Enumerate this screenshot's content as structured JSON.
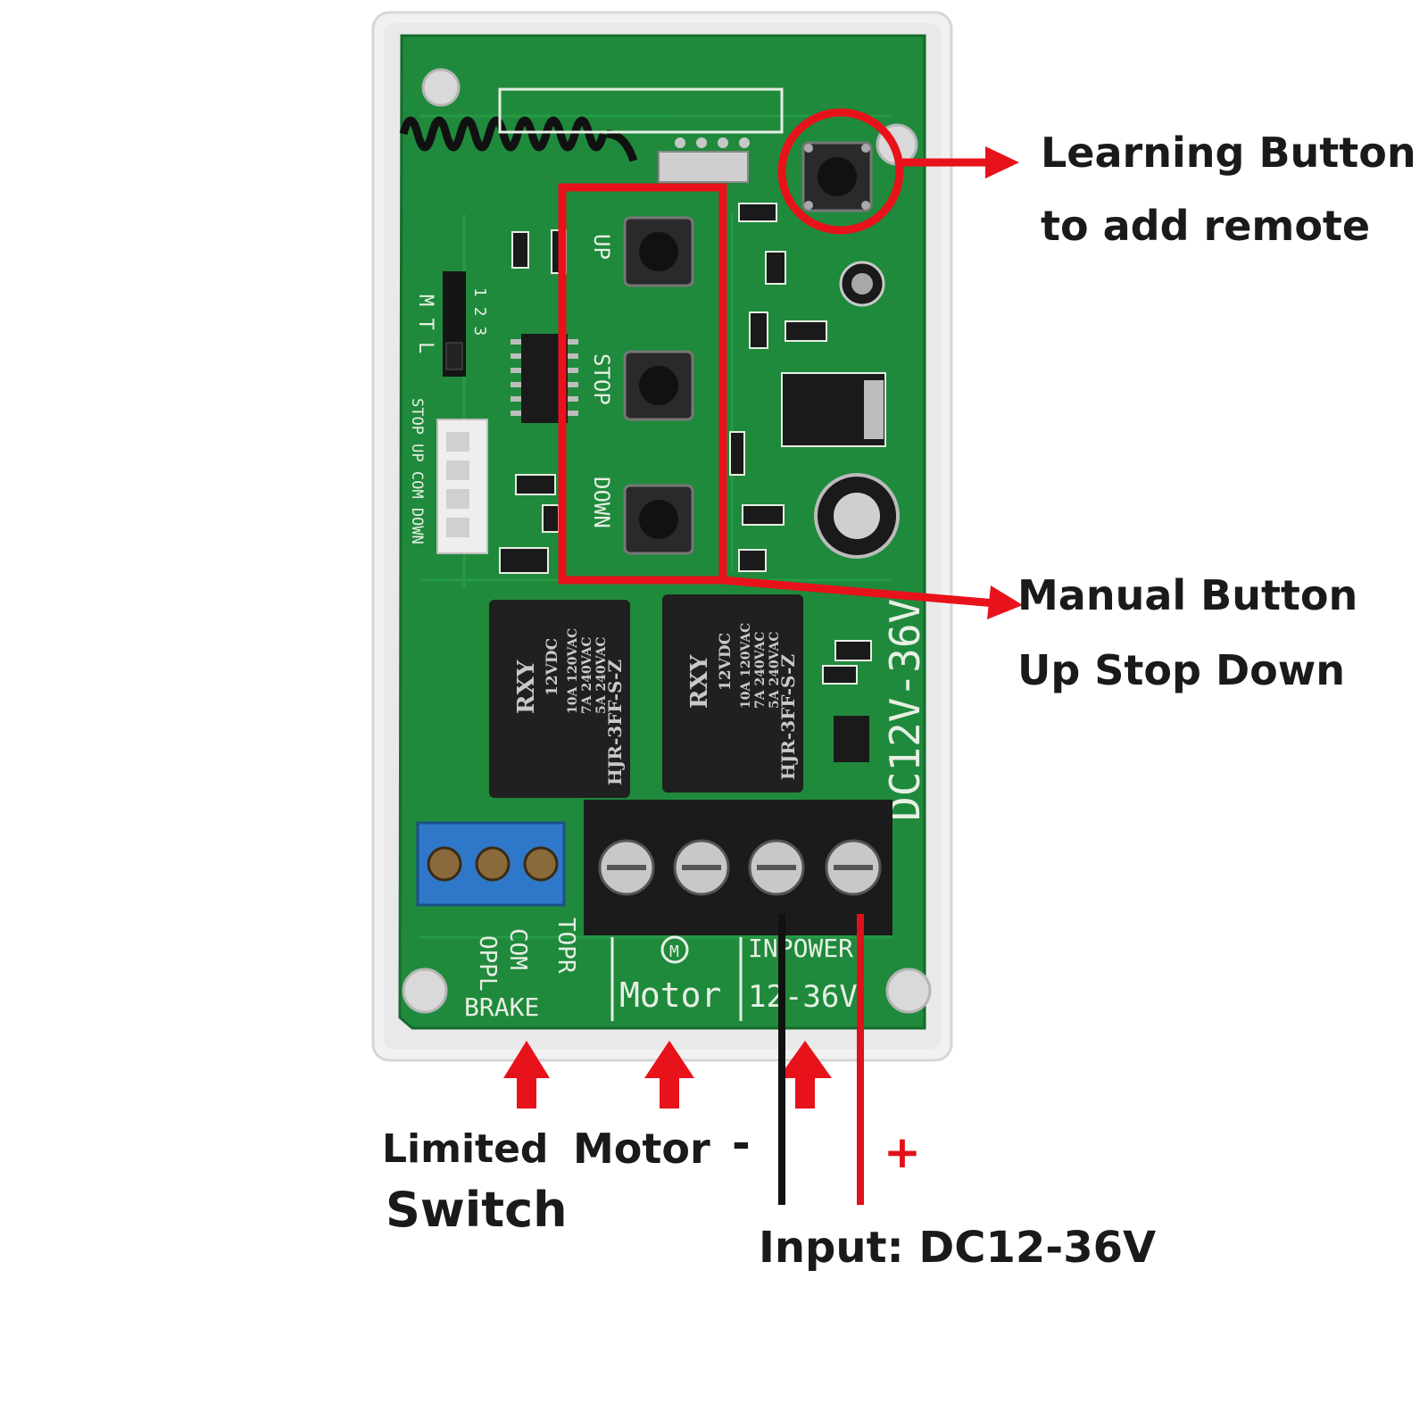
{
  "callouts": {
    "learning_line1": "Learning Button",
    "learning_line2": "to add remote",
    "manual_line1": "Manual Button",
    "manual_line2": "Up Stop Down",
    "limited_line1": "Limited",
    "limited_line2": "Switch",
    "motor": "Motor",
    "minus": "-",
    "plus": "+",
    "input": "Input: DC12-36V"
  },
  "board": {
    "button_up": "UP",
    "button_stop": "STOP",
    "button_down": "DOWN",
    "header_mtl": "M T L",
    "header_nums": "1 2 3",
    "connector_label": "STOP UP COM DOWN",
    "voltage_label": "DC12V-36V",
    "relay_brand": "RXY",
    "relay_line1": "12VDC",
    "relay_line2": "10A 120VAC",
    "relay_line3": "7A 240VAC",
    "relay_line4": "5A 240VAC",
    "relay_model": "HJR-3FF-S-Z",
    "terminal_oppl": "OPPL",
    "terminal_com": "COM",
    "terminal_oppr": "TOPR",
    "brake_label": "BRAKE",
    "motor_label": "Motor",
    "motor_symbol": "M",
    "power_label": "INPOWER",
    "power_range": "12-36V"
  },
  "colors": {
    "pcb": "#1f8a3c",
    "pcb_dark": "#166b2d",
    "highlight_red": "#e8121b",
    "wire_black": "#111111",
    "wire_red": "#e0111a",
    "terminal_blue": "#2f78c9",
    "case_white": "#f2f2f2"
  }
}
